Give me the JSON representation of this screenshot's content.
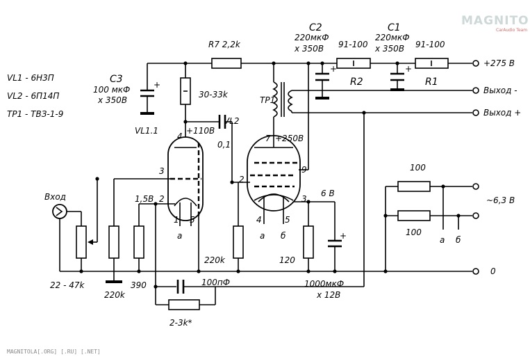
{
  "legend": {
    "vl1": "VL1 - 6Н3П",
    "vl2": "VL2 - 6П14П",
    "tp1": "TP1 - ТВЗ-1-9"
  },
  "watermark": {
    "logo": "MAGNITOLA",
    "logo_sub": "CarAudio Team",
    "footer": "MAGNITOLA[.ORG] [.RU] [.NET]"
  },
  "components": {
    "r7": "R7 2,2k",
    "c2_name": "C2",
    "c2_val1": "220мкФ",
    "c2_val2": "х 350В",
    "c1_name": "C1",
    "c1_val1": "220мкФ",
    "c1_val2": "х 350В",
    "r2_val": "91-100",
    "r2_name": "R2",
    "r1_val": "91-100",
    "r1_name": "R1",
    "c3_name": "C3",
    "c3_val1": "100 мкФ",
    "c3_val2": "х 350В",
    "r_anode": "30-33k",
    "tp1": "TP1",
    "vl2": "VL2",
    "vl1": "VL1.1",
    "v110": "+110В",
    "c_coupling": "0,1",
    "v250": "+250В",
    "input": "Вход",
    "v15": "1,5В",
    "v6": "6 В",
    "r_grid": "220k",
    "r_pot": "22 - 47k",
    "r_220k2": "220k",
    "r_390": "390",
    "c_100pf": "100пФ",
    "r_fb": "2-3k*",
    "r_120": "120",
    "c_1000_1": "1000мкФ",
    "c_1000_2": "х 12В",
    "r100_top": "100",
    "r100_bot": "100"
  },
  "terminals": {
    "plus275": "+275 В",
    "out_minus": "Выход -",
    "out_plus": "Выход +",
    "heater": "~6,3 В",
    "ground": "0",
    "a": "а",
    "b": "б"
  },
  "pins": {
    "vl1_p4": "4",
    "vl1_p3": "3",
    "vl1_p2": "2",
    "vl1_p1": "1",
    "vl1_p5": "5",
    "vl1_a": "а",
    "vl2_p7": "7",
    "vl2_p9": "9",
    "vl2_p2": "2",
    "vl2_p3": "3",
    "vl2_p4": "4",
    "vl2_p5": "5",
    "vl2_a": "а",
    "vl2_b": "б"
  }
}
